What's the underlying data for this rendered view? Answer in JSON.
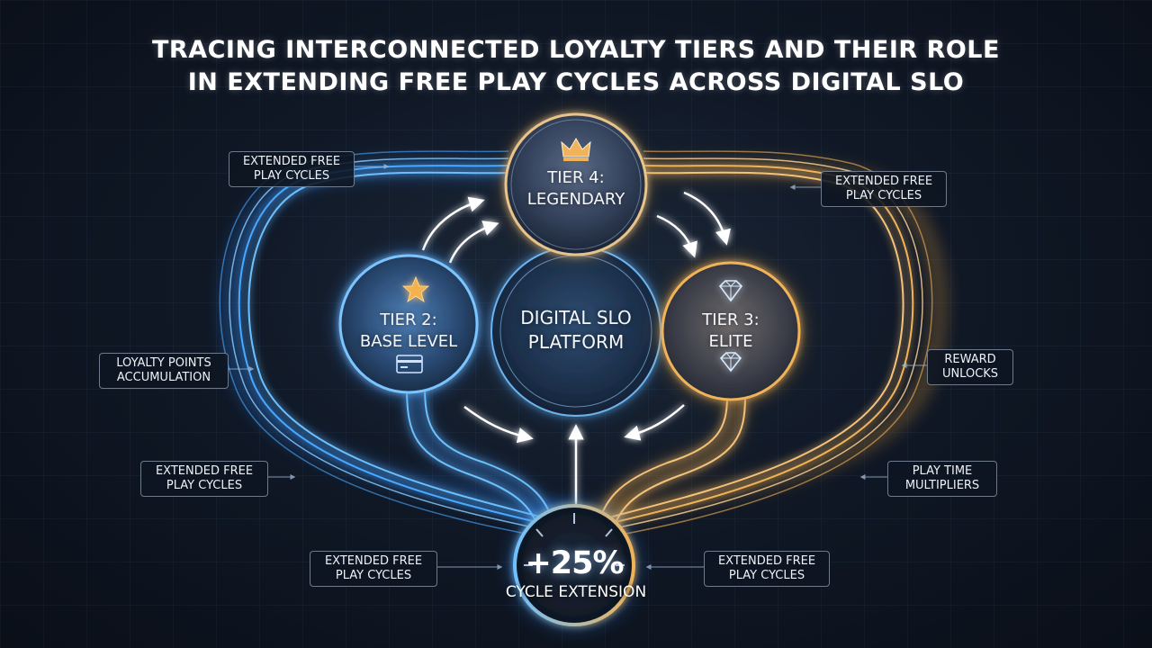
{
  "title": {
    "line1": "TRACING INTERCONNECTED LOYALTY TIERS AND THEIR ROLE",
    "line2": "IN EXTENDING FREE PLAY CYCLES ACROSS DIGITAL SLO"
  },
  "nodes": {
    "tier4": {
      "line1": "TIER 4:",
      "line2": "LEGENDARY",
      "icon": "crown-icon"
    },
    "tier2": {
      "line1": "TIER 2:",
      "line2": "BASE LEVEL",
      "icon": "star-icon",
      "icon2": "card-icon"
    },
    "tier3": {
      "line1": "TIER 3:",
      "line2": "ELITE",
      "icon": "diamond-icon"
    },
    "center": {
      "line1": "DIGITAL SLO",
      "line2": "PLATFORM"
    }
  },
  "callouts": {
    "top_left": {
      "line1": "EXTENDED FREE",
      "line2": "PLAY CYCLES"
    },
    "top_right": {
      "line1": "EXTENDED FREE",
      "line2": "PLAY CYCLES"
    },
    "mid_left": {
      "line1": "LOYALTY POINTS",
      "line2": "ACCUMULATION"
    },
    "mid_right": {
      "line1": "REWARD",
      "line2": "UNLOCKS"
    },
    "low_left": {
      "line1": "EXTENDED FREE",
      "line2": "PLAY CYCLES"
    },
    "low_right": {
      "line1": "PLAY TIME",
      "line2": "MULTIPLIERS"
    },
    "bottom_left": {
      "line1": "EXTENDED FREE",
      "line2": "PLAY CYCLES"
    },
    "bottom_right": {
      "line1": "EXTENDED FREE",
      "line2": "PLAY CYCLES"
    }
  },
  "gauge": {
    "value": "+25%",
    "label": "CYCLE EXTENSION"
  },
  "colors": {
    "blue": "#4aa8ff",
    "gold": "#f0b35a",
    "background": "#0f1724"
  }
}
